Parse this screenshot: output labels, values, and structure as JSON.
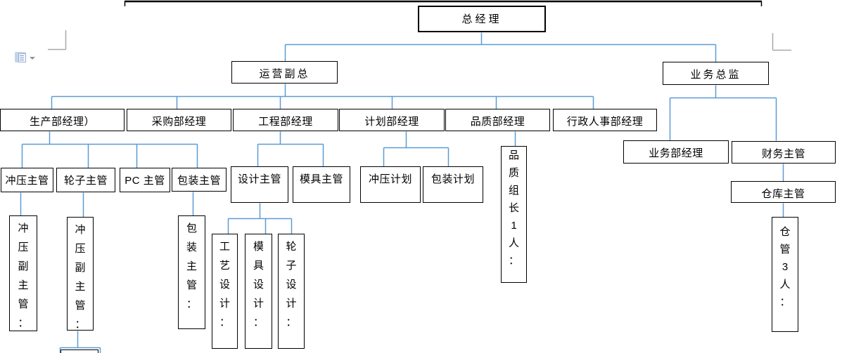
{
  "colors": {
    "connector": "#5b9bd5",
    "box_border": "#000000",
    "canvas_border": "#000000",
    "margin_mark": "#a8a8a8"
  },
  "icons": {
    "paste_options": "clipboard-paste-icon",
    "dropdown": "chevron-down-icon"
  },
  "nodes": {
    "ceo": "总经理",
    "ops_vp": "运营副总",
    "biz_director": "业务总监",
    "production_mgr": "生产部经理）",
    "purchasing_mgr": "采购部经理",
    "engineering_mgr": "工程部经理",
    "planning_mgr": "计划部经理",
    "quality_mgr": "品质部经理",
    "admin_hr_mgr": "行政人事部经理",
    "biz_dept_mgr": "业务部经理",
    "finance_sup": "财务主管",
    "warehouse_sup": "仓库主管",
    "stamping_sup": "冲压主管",
    "wheel_sup": "轮子主管",
    "pc_sup": "PC 主管",
    "packing_sup": "包装主管",
    "design_sup": "设计主管",
    "mold_sup": "模具主管",
    "stamping_plan": "冲压计划",
    "packing_plan": "包装计划",
    "quality_lead": "品质组长1人：",
    "storekeeper": "仓管3人：",
    "stamping_deputy1": "冲压副主管：",
    "stamping_deputy2": "冲压副主管：",
    "packing_lead": "包装主管：",
    "craft_design": "工艺设计：",
    "mold_design": "模具设计：",
    "wheel_design": "轮子设计："
  }
}
